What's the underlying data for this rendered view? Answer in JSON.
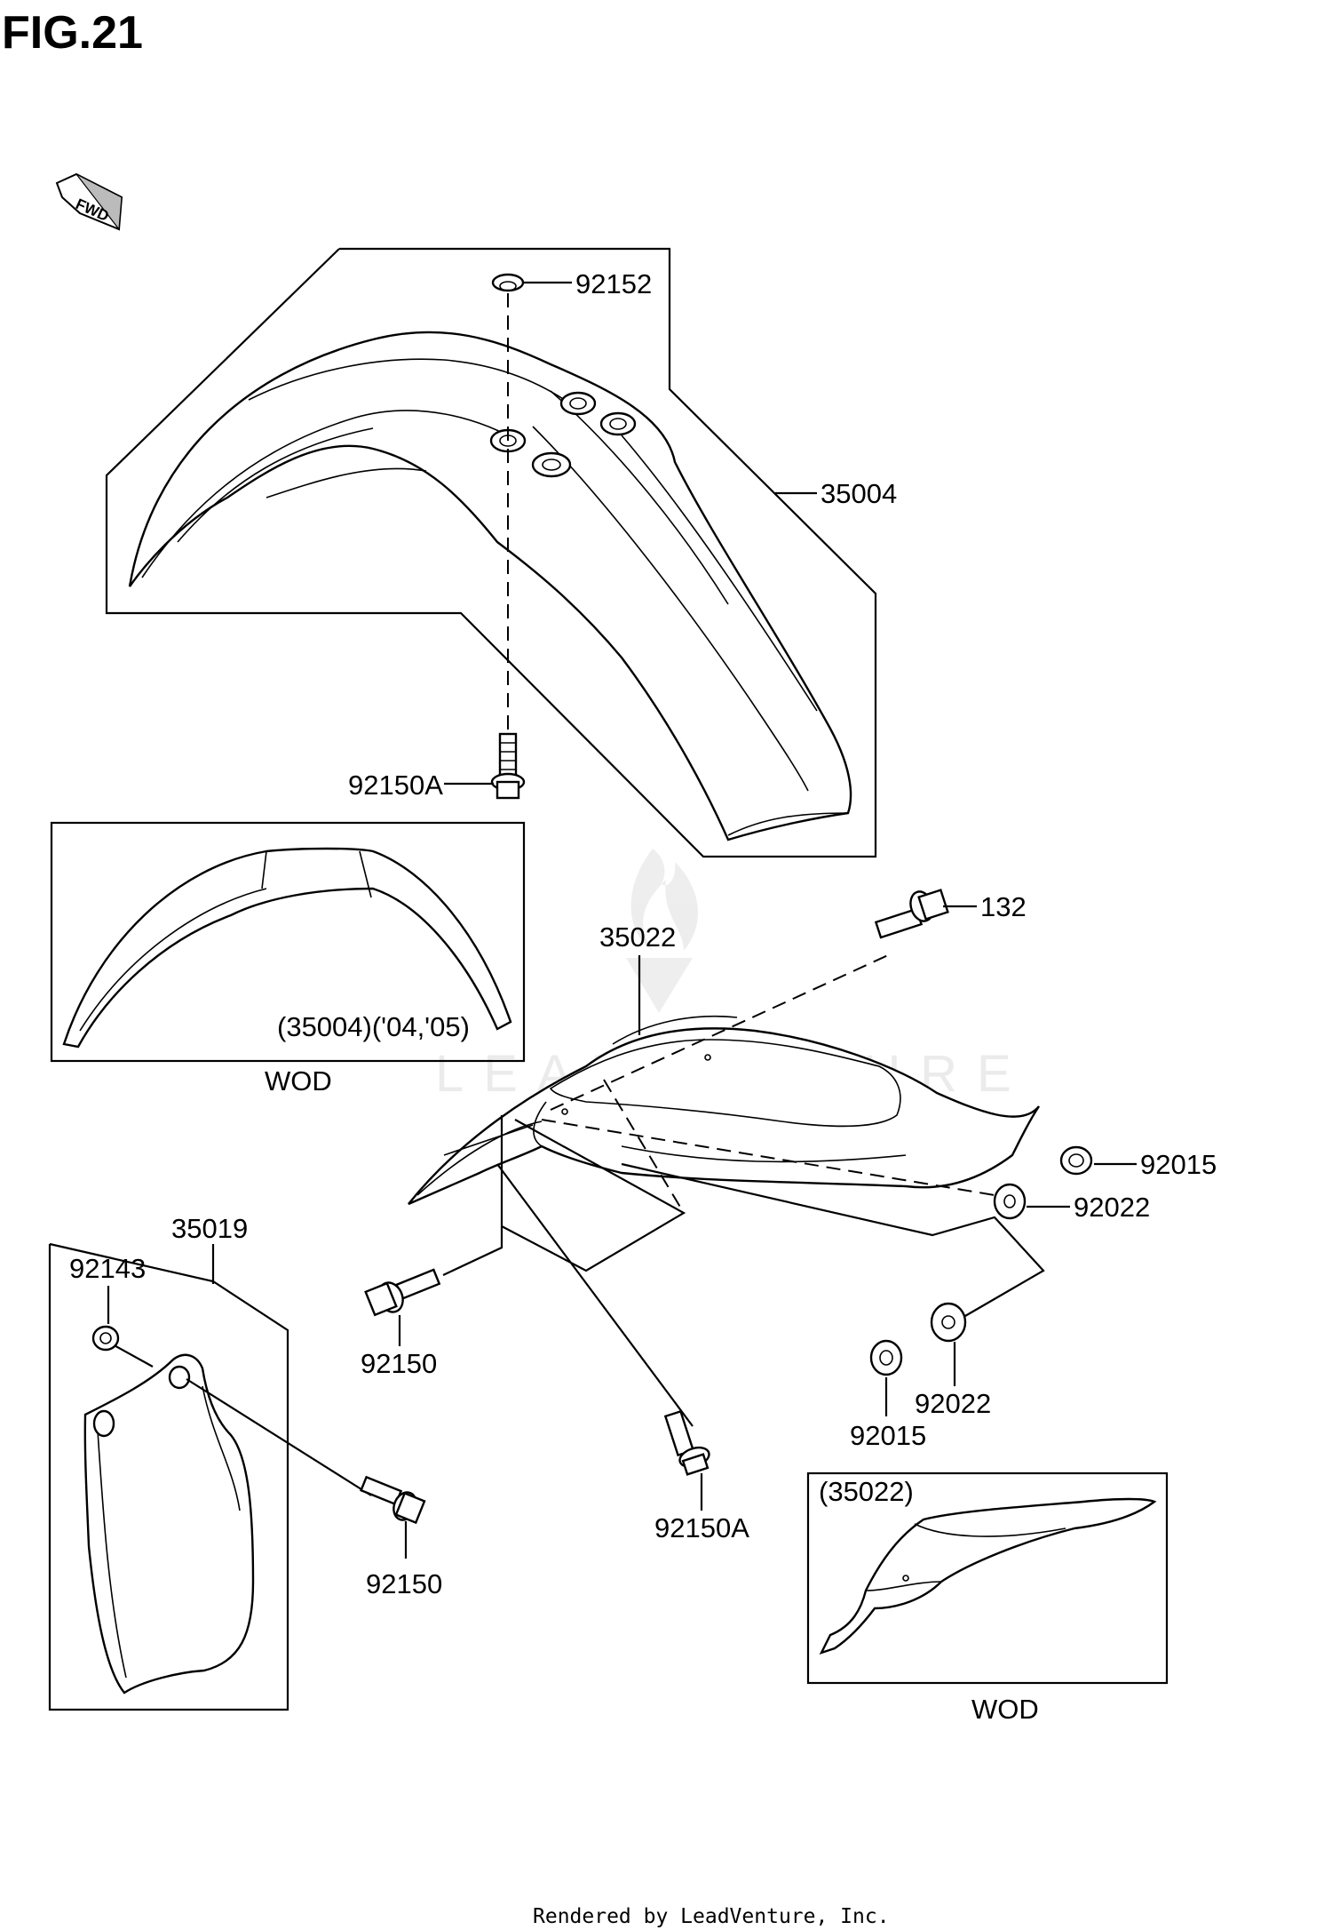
{
  "figure": {
    "title": "FIG.21"
  },
  "direction": {
    "arrow_text": "FWD"
  },
  "watermark": {
    "text": "LEADVENTURE"
  },
  "footer": {
    "text": "Rendered by LeadVenture, Inc."
  },
  "inset_front": {
    "caption": "(35004)('04,'05)",
    "label": "WOD"
  },
  "inset_rear": {
    "caption": "(35022)",
    "label": "WOD"
  },
  "callouts": {
    "c92152": "92152",
    "c35004": "35004",
    "c92150A_top": "92150A",
    "c132": "132",
    "c35022": "35022",
    "c92015_right": "92015",
    "c92022_right": "92022",
    "c35019": "35019",
    "c92143": "92143",
    "c92150_mid": "92150",
    "c92022_low": "92022",
    "c92015_low": "92015",
    "c92150A_low": "92150A",
    "c92150_left": "92150"
  }
}
